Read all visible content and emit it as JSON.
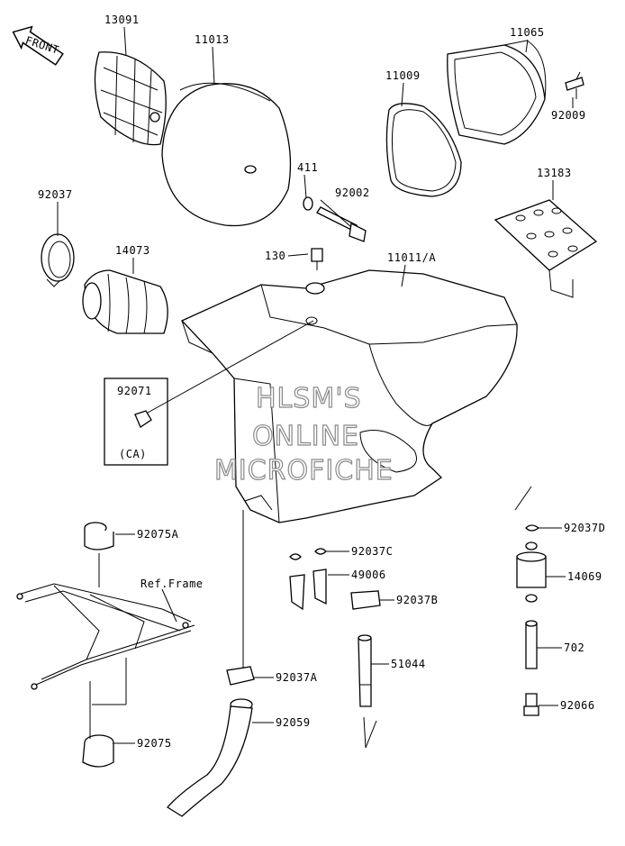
{
  "orientation": {
    "front_label": "FRONT"
  },
  "parts": [
    {
      "number": "13091"
    },
    {
      "number": "11013"
    },
    {
      "number": "11009"
    },
    {
      "number": "11065"
    },
    {
      "number": "92009"
    },
    {
      "number": "411"
    },
    {
      "number": "92002"
    },
    {
      "number": "13183"
    },
    {
      "number": "92037"
    },
    {
      "number": "14073"
    },
    {
      "number": "130"
    },
    {
      "number": "11011/A"
    },
    {
      "number": "92071"
    },
    {
      "number": "(CA)"
    },
    {
      "number": "92075A"
    },
    {
      "number": "Ref.Frame"
    },
    {
      "number": "92075"
    },
    {
      "number": "92037A"
    },
    {
      "number": "92059"
    },
    {
      "number": "92037C"
    },
    {
      "number": "49006"
    },
    {
      "number": "92037B"
    },
    {
      "number": "51044"
    },
    {
      "number": "92037D"
    },
    {
      "number": "14069"
    },
    {
      "number": "702"
    },
    {
      "number": "92066"
    }
  ],
  "watermark": {
    "line1": "HLSM'S",
    "line2": "ONLINE",
    "line3": "MICROFICHE"
  }
}
